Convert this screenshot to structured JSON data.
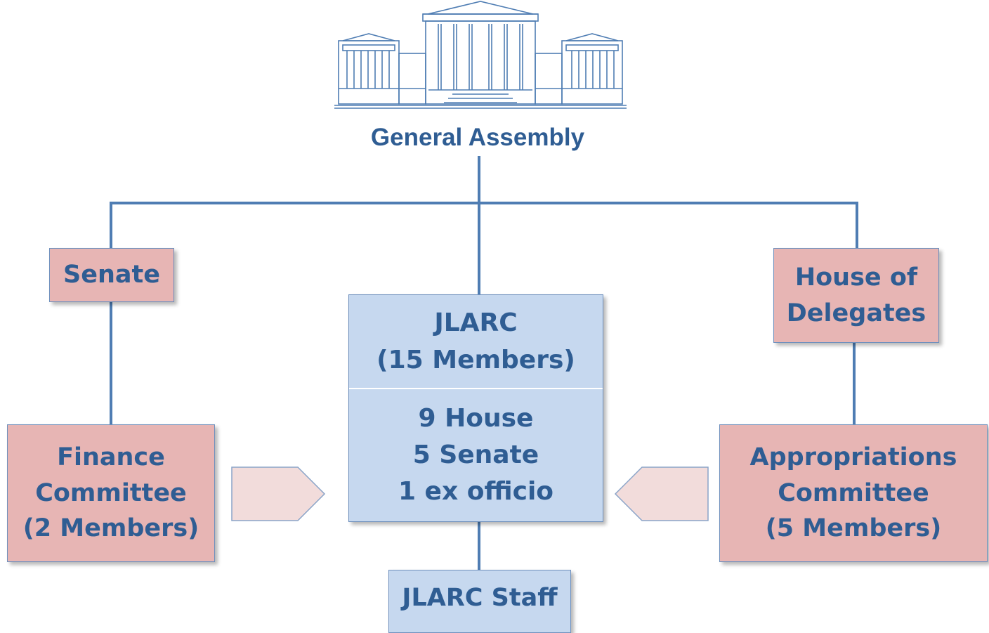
{
  "title": "General Assembly",
  "icons": {
    "building": "capitol-building-icon",
    "arrow_left": "arrow-right-shape",
    "arrow_right": "arrow-left-shape"
  },
  "colors": {
    "text": "#2f5d93",
    "line": "#4f7db3",
    "pink_box": "#e7b5b4",
    "blue_box": "#c6d8ef",
    "arrow_fill": "#f2dcdb",
    "border": "#6f90bd"
  },
  "senate": {
    "label": "Senate"
  },
  "house": {
    "line1": "House of",
    "line2": "Delegates"
  },
  "jlarc": {
    "line1": "JLARC",
    "line2": "(15 Members)",
    "composition": [
      "9 House",
      "5 Senate",
      "1 ex officio"
    ]
  },
  "finance": {
    "line1": "Finance",
    "line2": "Committee",
    "line3": "(2 Members)"
  },
  "appropriations": {
    "line1": "Appropriations",
    "line2": "Committee",
    "line3": "(5 Members)"
  },
  "staff": {
    "label": "JLARC Staff"
  }
}
